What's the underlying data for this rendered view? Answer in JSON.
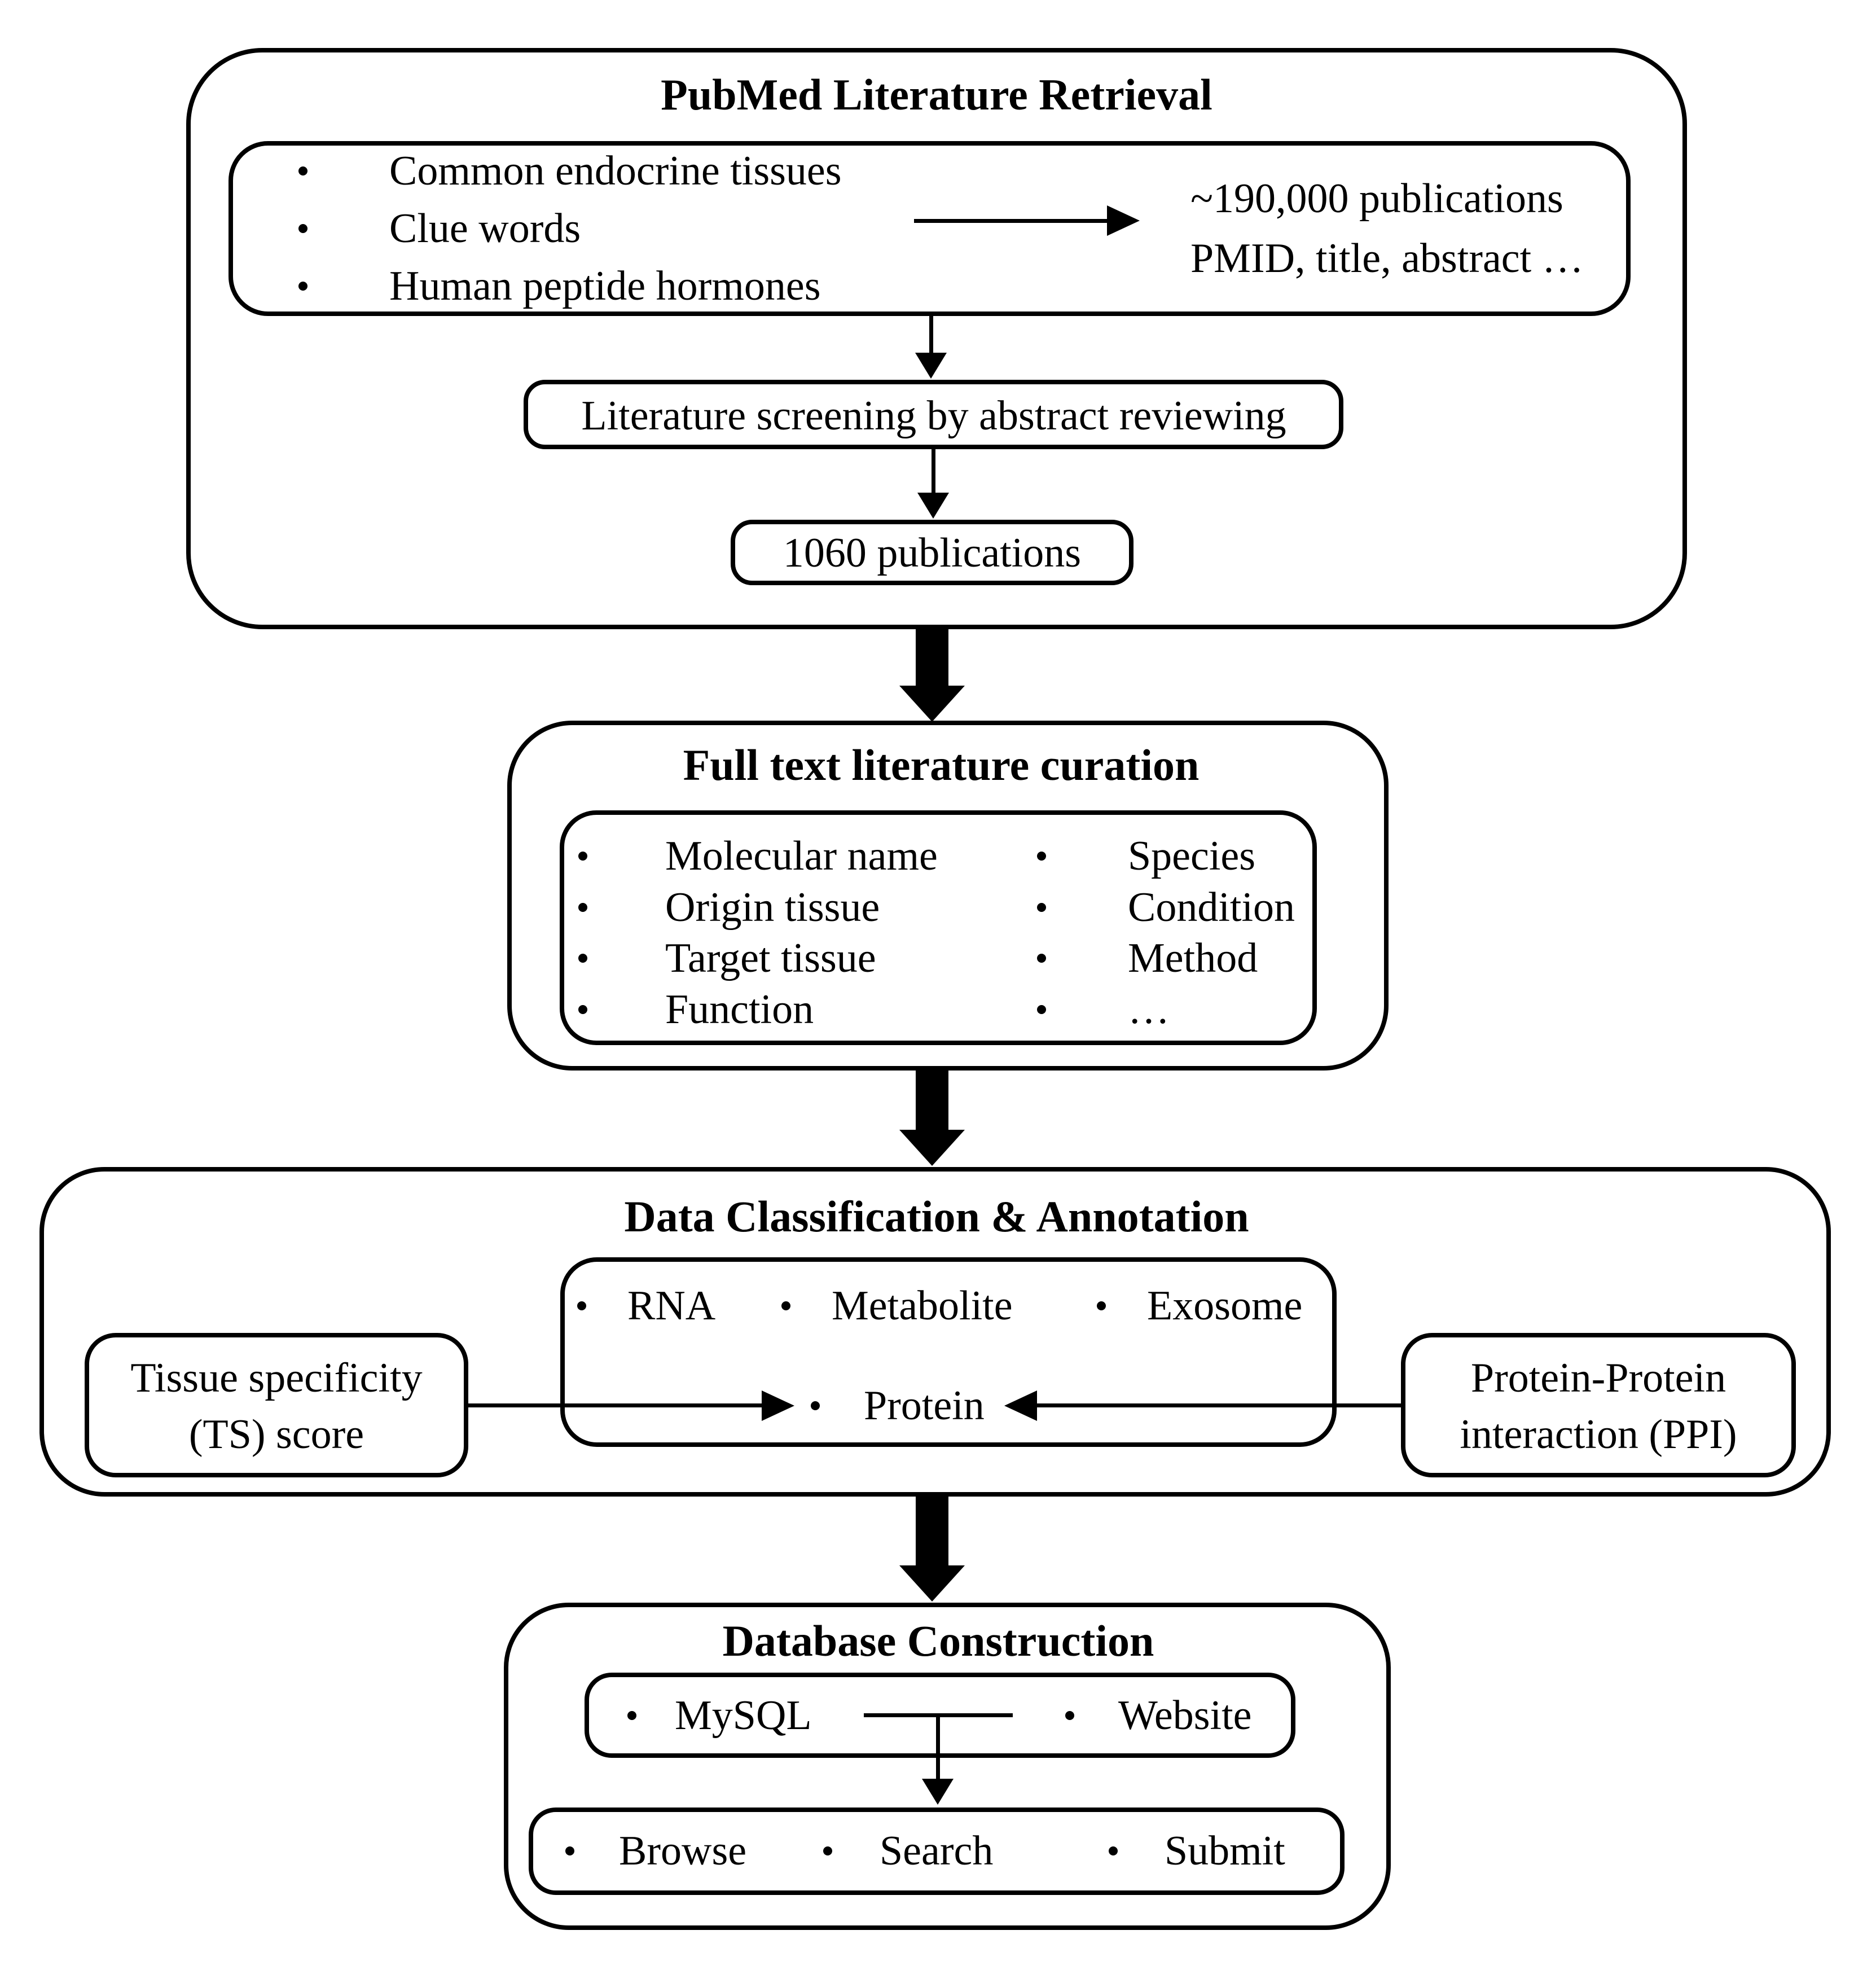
{
  "pubmed": {
    "title": "PubMed Literature Retrieval",
    "inputs": [
      "Common endocrine tissues",
      "Clue words",
      "Human peptide hormones"
    ],
    "result_line1": "~190,000 publications",
    "result_line2": "PMID, title, abstract …",
    "screening": "Literature screening by abstract reviewing",
    "count": "1060 publications"
  },
  "curation": {
    "title": "Full text literature curation",
    "left": [
      "Molecular name",
      "Origin tissue",
      "Target tissue",
      "Function"
    ],
    "right": [
      "Species",
      "Condition",
      "Method",
      "…"
    ]
  },
  "classification": {
    "title": "Data Classification & Annotation",
    "row1": [
      "RNA",
      "Metabolite",
      "Exosome"
    ],
    "protein": "Protein",
    "ts_line1": "Tissue specificity",
    "ts_line2": "(TS) score",
    "ppi_line1": "Protein-Protein",
    "ppi_line2": "interaction (PPI)"
  },
  "database": {
    "title": "Database Construction",
    "mysql": "MySQL",
    "website": "Website",
    "features": [
      "Browse",
      "Search",
      "Submit"
    ]
  },
  "colors": {
    "line": "#000000",
    "background": "#ffffff"
  }
}
